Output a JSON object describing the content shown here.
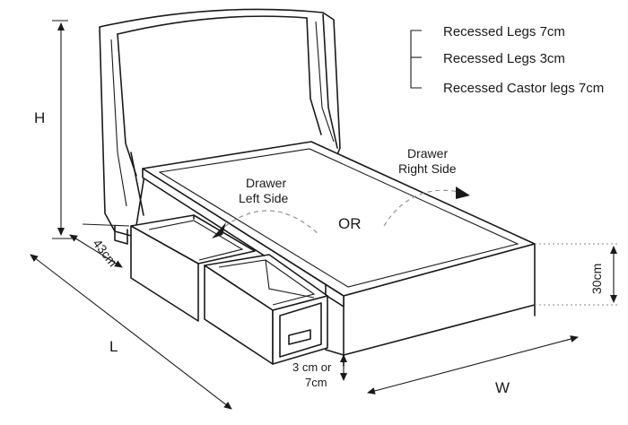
{
  "legend": {
    "items": [
      "Recessed Legs 7cm",
      "Recessed Legs 3cm",
      "Recessed Castor legs 7cm"
    ]
  },
  "labels": {
    "height": "H",
    "depth_drawer": "43cm",
    "length": "L",
    "width": "W",
    "base_height": "30cm",
    "leg_height_line1": "3 cm or",
    "leg_height_line2": "7cm",
    "drawer_left_line1": "Drawer",
    "drawer_left_line2": "Left Side",
    "drawer_right_line1": "Drawer",
    "drawer_right_line2": "Right Side",
    "or": "OR"
  },
  "colors": {
    "line": "#1a1a1a",
    "dashed_arc": "#8a8a8a",
    "background": "#ffffff"
  }
}
